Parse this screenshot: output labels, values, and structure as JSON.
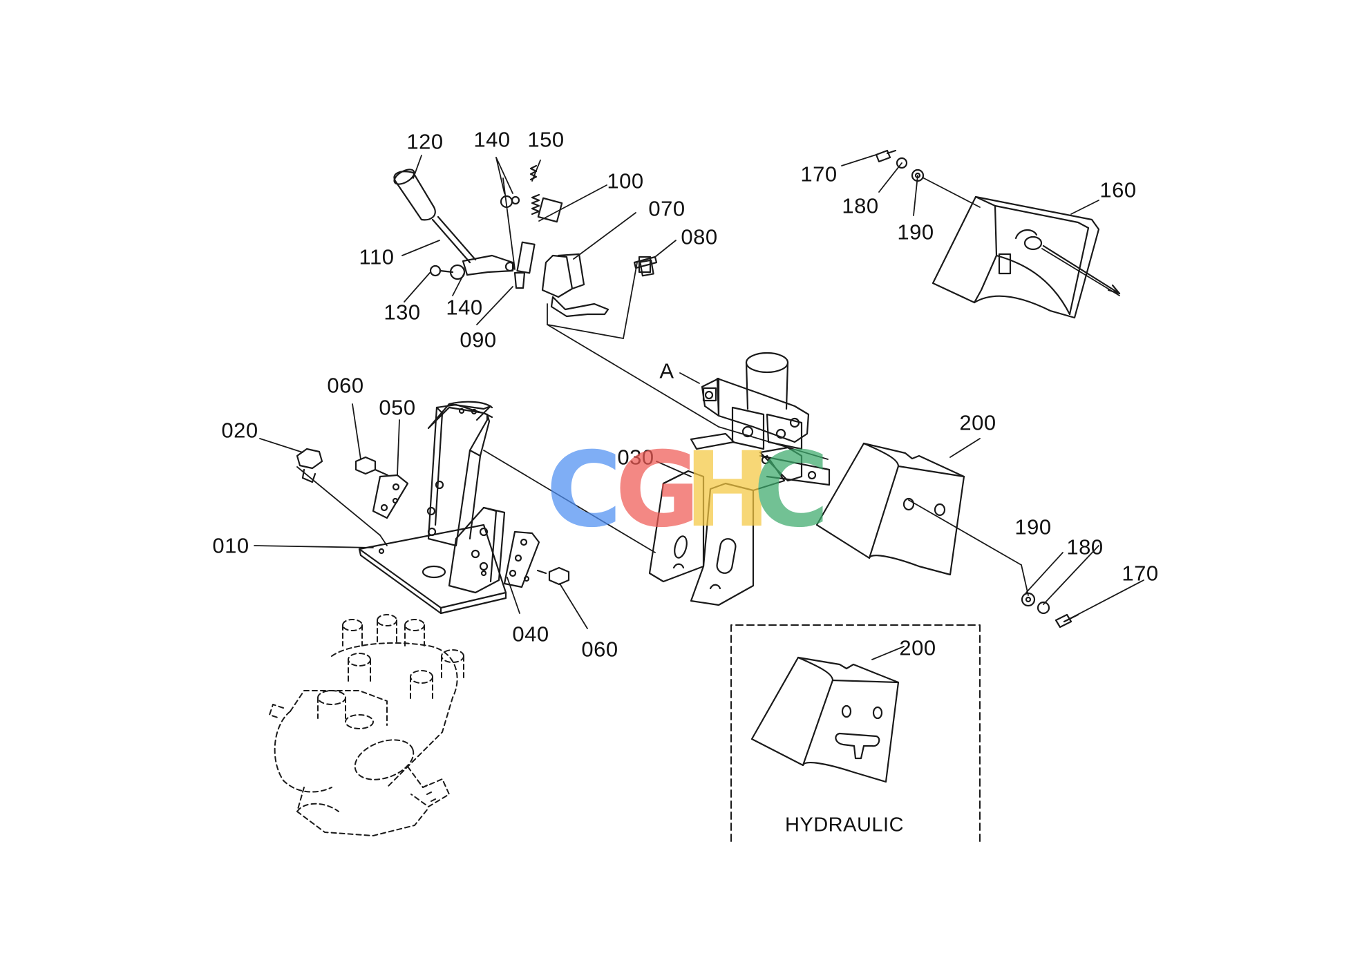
{
  "callouts": [
    {
      "id": "c120",
      "text": "120"
    },
    {
      "id": "c140a",
      "text": "140"
    },
    {
      "id": "c150",
      "text": "150"
    },
    {
      "id": "c100",
      "text": "100"
    },
    {
      "id": "c070",
      "text": "070"
    },
    {
      "id": "c080",
      "text": "080"
    },
    {
      "id": "c110",
      "text": "110"
    },
    {
      "id": "c130",
      "text": "130"
    },
    {
      "id": "c140b",
      "text": "140"
    },
    {
      "id": "c090",
      "text": "090"
    },
    {
      "id": "c170a",
      "text": "170"
    },
    {
      "id": "c180a",
      "text": "180"
    },
    {
      "id": "c190a",
      "text": "190"
    },
    {
      "id": "c160",
      "text": "160"
    },
    {
      "id": "cA",
      "text": "A"
    },
    {
      "id": "c060a",
      "text": "060"
    },
    {
      "id": "c050",
      "text": "050"
    },
    {
      "id": "c020",
      "text": "020"
    },
    {
      "id": "c030",
      "text": "030"
    },
    {
      "id": "c200a",
      "text": "200"
    },
    {
      "id": "c010",
      "text": "010"
    },
    {
      "id": "c190b",
      "text": "190"
    },
    {
      "id": "c180b",
      "text": "180"
    },
    {
      "id": "c170b",
      "text": "170"
    },
    {
      "id": "c040",
      "text": "040"
    },
    {
      "id": "c060b",
      "text": "060"
    },
    {
      "id": "c200b",
      "text": "200"
    }
  ],
  "inset": {
    "label": "HYDRAULIC"
  },
  "watermark": {
    "letters": [
      "C",
      "G",
      "H",
      "C"
    ],
    "colors": [
      "#4f8ff2",
      "#ef5b55",
      "#f5c842",
      "#3daa6c"
    ]
  },
  "colors": {
    "line": "#1a1a1a",
    "background": "#ffffff"
  }
}
